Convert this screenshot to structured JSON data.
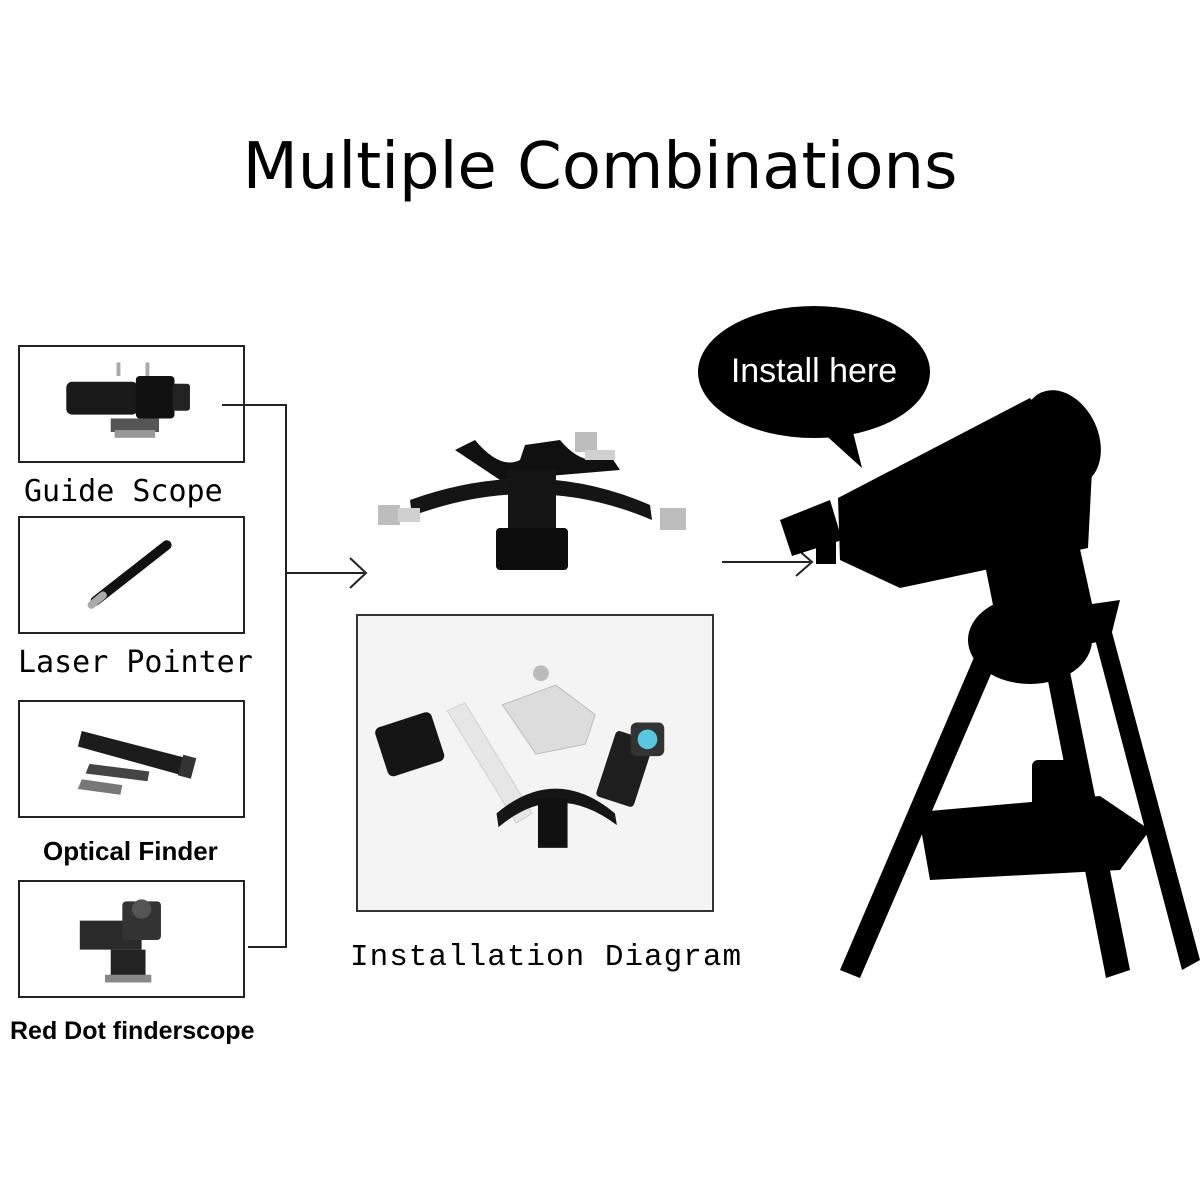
{
  "title": "Multiple Combinations",
  "accessories": [
    {
      "label": "Guide Scope"
    },
    {
      "label": "Laser Pointer"
    },
    {
      "label": "Optical Finder"
    },
    {
      "label": "Red Dot finderscope"
    }
  ],
  "diagram_caption": "Installation Diagram",
  "bubble": {
    "text": "Install here"
  },
  "colors": {
    "ink": "#000000",
    "background": "#ffffff",
    "metal": "#c8c8c8"
  }
}
